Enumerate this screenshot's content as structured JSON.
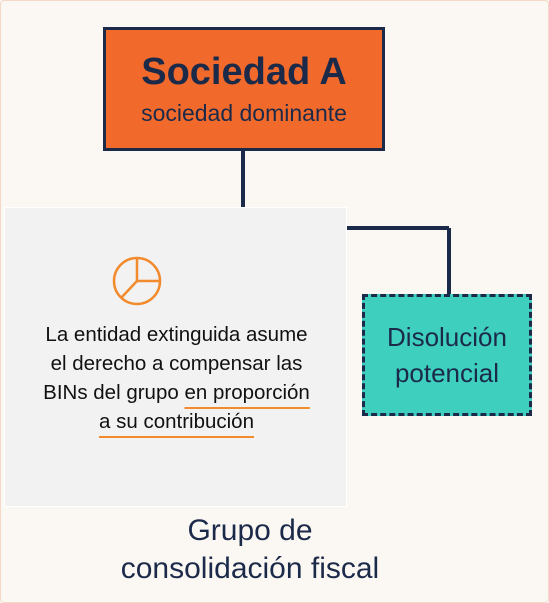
{
  "parent": {
    "title": "Sociedad A",
    "subtitle": "sociedad dominante"
  },
  "info": {
    "icon": "pie-chart-icon",
    "line1": "La entidad extinguida asume",
    "line2": "el derecho a compensar las",
    "line3_plain": "BINs del grupo ",
    "line3_highlight": "en proporción",
    "line4_highlight": "a su contribución"
  },
  "child": {
    "line1": "Disolución",
    "line2": "potencial"
  },
  "group": {
    "line1": "Grupo de",
    "line2": "consolidación fiscal"
  },
  "colors": {
    "parent_fill": "#f26a2b",
    "child_fill": "#3ecfbf",
    "line": "#1c2a4a",
    "highlight": "#f28a2e",
    "card": "#f2f2f2"
  }
}
